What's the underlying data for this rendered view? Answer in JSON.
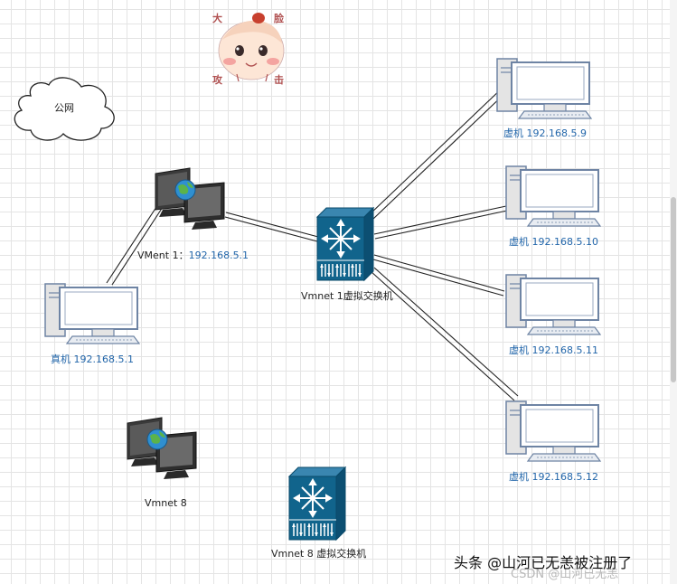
{
  "cloud_label": "公网",
  "mascot": {
    "top_left": "大",
    "top_right": "脸",
    "bottom_left": "攻",
    "bottom_right": "击"
  },
  "vment1": {
    "name": "VMent 1：",
    "ip": "192.168.5.1"
  },
  "vmnet8_label": "Vmnet 8",
  "host_label": "真机 192.168.5.1",
  "switch1_label": "Vmnet 1虚拟交换机",
  "switch8_label": "Vmnet 8 虚拟交换机",
  "vms": [
    {
      "label": "虚机 192.168.5.9"
    },
    {
      "label": "虚机 192.168.5.10"
    },
    {
      "label": "虚机 192.168.5.11"
    },
    {
      "label": "虚机 192.168.5.12"
    }
  ],
  "watermark": "头条 @山河已无恙被注册了",
  "watermark_csdn": "CSDN @山河已无恙",
  "colors": {
    "switch": "#11648c",
    "monitor_border": "#6e84a4",
    "monitor_fill": "#dde7f2",
    "label_blue": "#2266aa"
  }
}
